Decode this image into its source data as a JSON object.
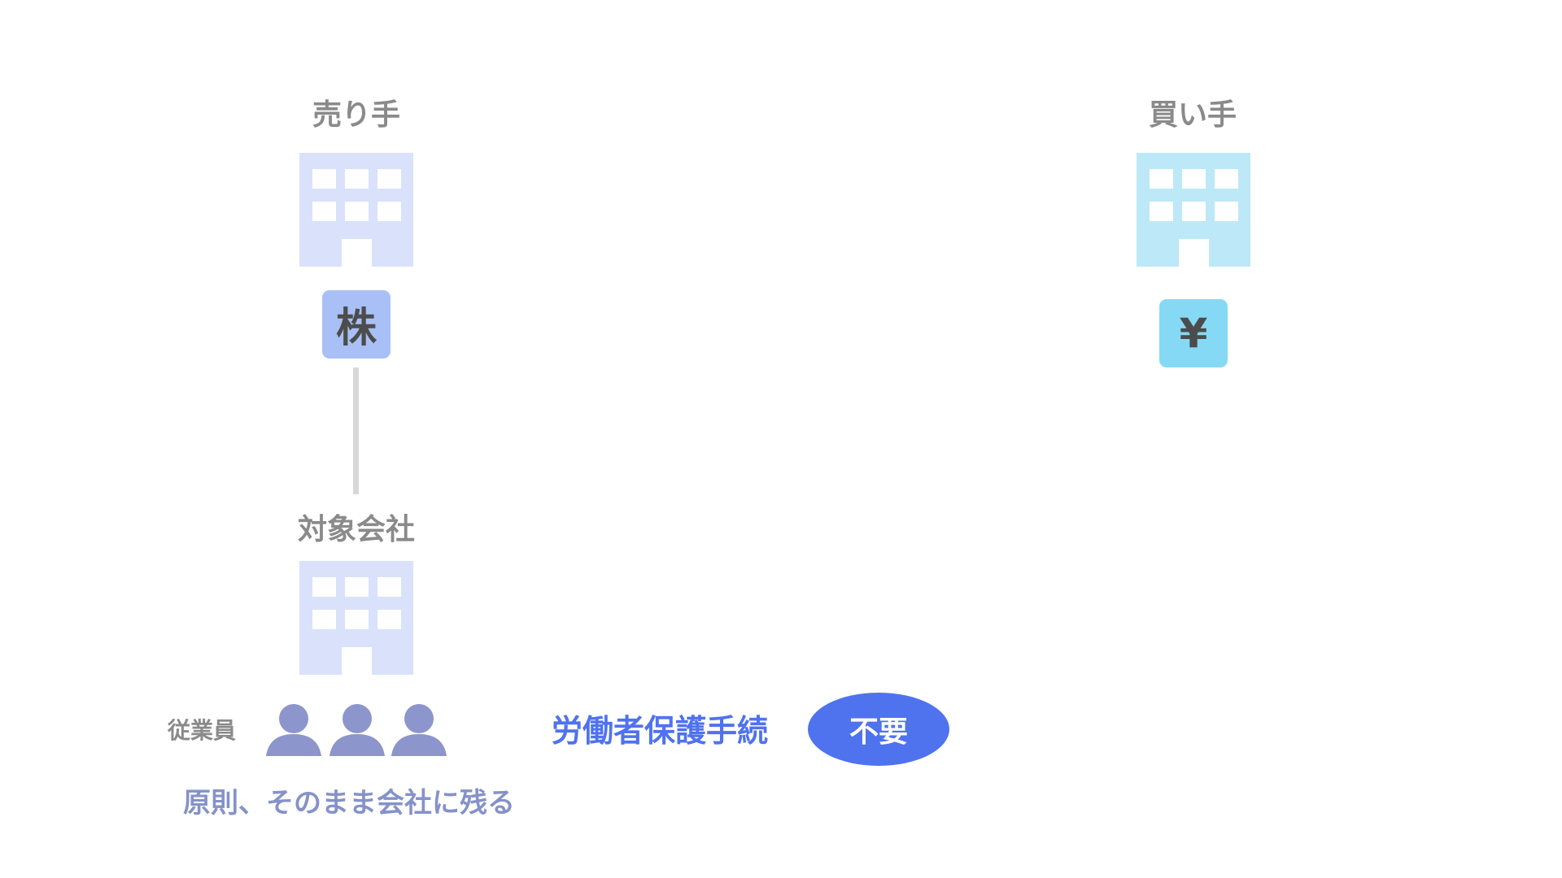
{
  "seller": {
    "label": "売り手",
    "badge": "株",
    "building_color": "#d9e2fa",
    "badge_color": "#a9c0f6"
  },
  "buyer": {
    "label": "買い手",
    "badge": "¥",
    "building_color": "#bde8f8",
    "badge_color": "#86d9f4"
  },
  "target": {
    "label": "対象会社",
    "building_color": "#d9e2fa"
  },
  "employees": {
    "label": "従業員",
    "icon_color": "#8c95cc",
    "note": "原則、そのまま会社に残る"
  },
  "procedure": {
    "label": "労働者保護手続",
    "status": "不要",
    "status_color": "#4f72ef"
  }
}
